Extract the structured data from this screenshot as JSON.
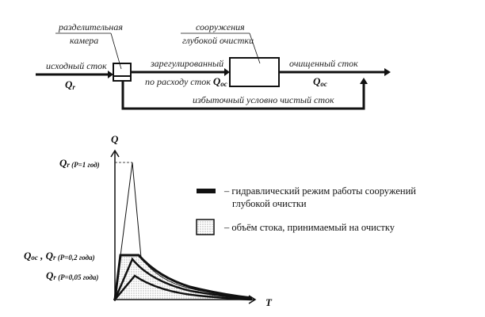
{
  "scheme": {
    "chamber_label_1": "разделительная",
    "chamber_label_2": "камера",
    "plant_label_1": "сооружения",
    "plant_label_2": "глубокой очистки",
    "inflow_label": "исходный сток",
    "inflow_q": "Q",
    "inflow_q_sub": "r",
    "regulated_label_1": "зарегулированный",
    "regulated_label_2": "по расходу сток",
    "regulated_q": "Q",
    "regulated_q_sub": "oc",
    "outflow_label": "очищенный сток",
    "outflow_q": "Q",
    "outflow_q_sub": "oc",
    "bypass_label": "избыточный условно чистый сток"
  },
  "graph": {
    "y_axis": "Q",
    "x_axis": "T",
    "q1_main": "Q",
    "q1_sub": "r (P=1 год)",
    "q2_main": "Q",
    "q2_mid": "oc",
    "q2_sep": " , Q",
    "q2_sub": "r (P=0,2 года)",
    "q3_main": "Q",
    "q3_sub": "r (P=0,05 года)"
  },
  "legend": {
    "line_1": "– гидравлический режим работы сооружений",
    "line_2": "глубокой очистки",
    "fill": "– объём стока, принимаемый на очистку"
  }
}
